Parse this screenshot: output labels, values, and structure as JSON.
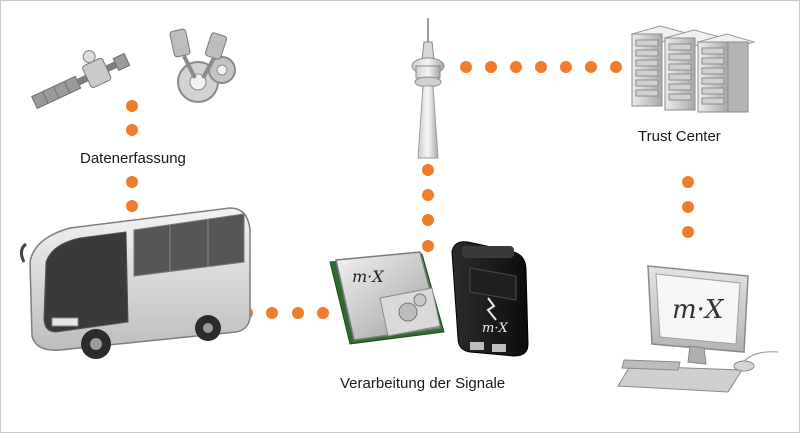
{
  "labels": {
    "data_capture": "Datenerfassung",
    "trust_center": "Trust Center",
    "signal_processing": "Verarbeitung der Signale"
  },
  "chip": {
    "brand_mark": "m·X"
  },
  "monitor": {
    "brand_mark": "m·X"
  },
  "colors": {
    "connector_dots": "#f07d2a",
    "device_body": "#1b1b1b",
    "server": "#d6d6d6"
  },
  "icons": [
    "satellite-icon",
    "engine-gears-icon",
    "radio-tower-icon",
    "server-rack-icon",
    "bus-icon",
    "processor-chip-icon",
    "usb-device-icon",
    "computer-icon"
  ]
}
